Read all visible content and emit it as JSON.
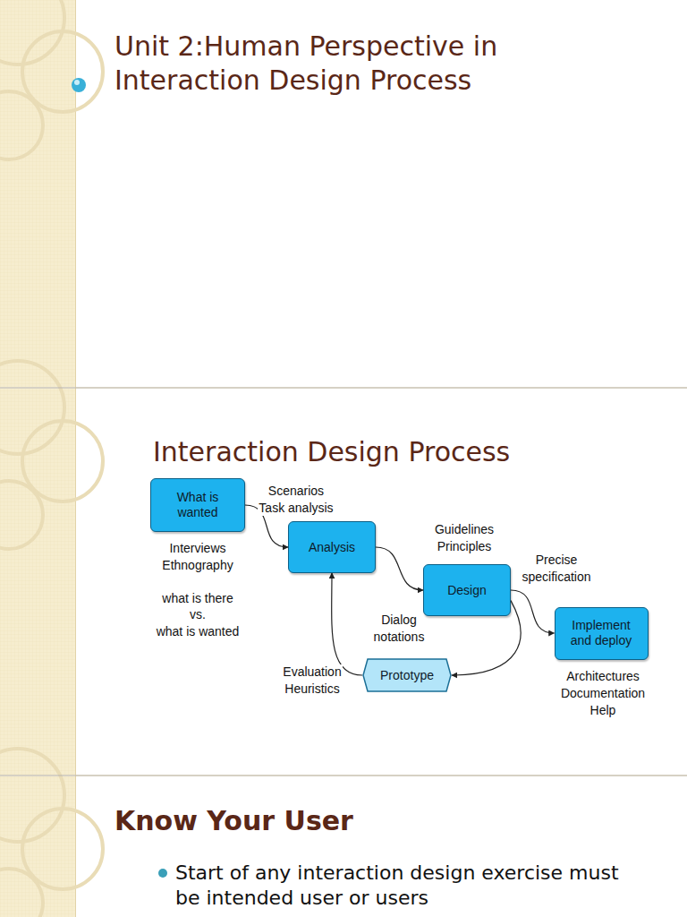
{
  "diagram": {
    "title": "Unit 2:Human Perspective in Interaction Design Process",
    "nodes": [
      {
        "text": [
          "What is wanted"
        ]
      },
      {
        "text": [
          "Analysis"
        ]
      },
      {
        "text": [
          "Design"
        ]
      },
      {
        "text": [
          "Implement and deploy"
        ]
      },
      {
        "text": [
          "Prototype"
        ]
      }
    ],
    "edges": [
      {
        "from": 0,
        "to": 1,
        "arrow": "to"
      },
      {
        "from": 1,
        "to": 2,
        "arrow": "to"
      },
      {
        "from": 2,
        "to": 3,
        "arrow": "to"
      },
      {
        "from": 2,
        "to": 4,
        "arrow": "to"
      },
      {
        "from": 4,
        "to": 1,
        "arrow": "to"
      }
    ],
    "labels": [
      "Interaction Design Process",
      "Scenarios",
      "Task analysis",
      "Interviews",
      "Ethnography",
      "what is there",
      "vs.",
      "what is wanted",
      "Guidelines",
      "Principles",
      "Precise",
      "specification",
      "Dialog",
      "notations",
      "Evaluation",
      "Heuristics",
      "Architectures",
      "Documentation",
      "Help",
      "Know Your User",
      "Start of any interaction design exercise must be intended user or users"
    ]
  }
}
